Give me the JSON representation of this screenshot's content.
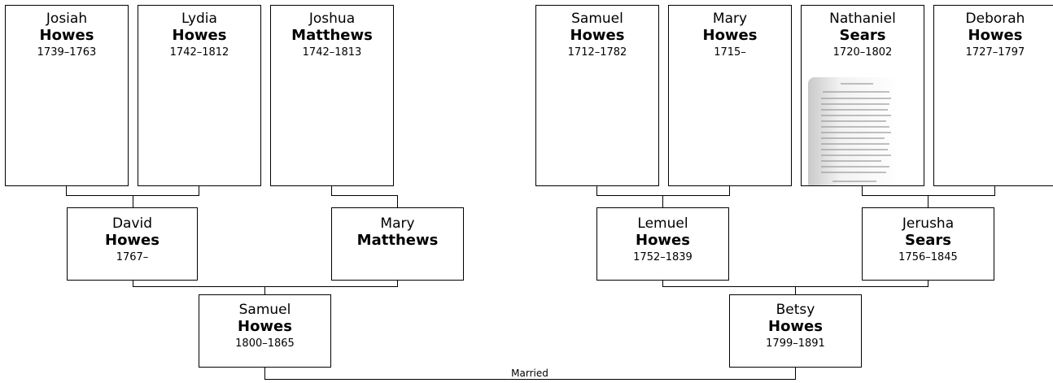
{
  "people": {
    "josiah": {
      "given": "Josiah",
      "surname": "Howes",
      "dates": "1739–1763"
    },
    "lydia": {
      "given": "Lydia",
      "surname": "Howes",
      "dates": "1742–1812"
    },
    "joshua": {
      "given": "Joshua",
      "surname": "Matthews",
      "dates": "1742–1813"
    },
    "samuel_sr": {
      "given": "Samuel",
      "surname": "Howes",
      "dates": "1712–1782"
    },
    "mary_h": {
      "given": "Mary",
      "surname": "Howes",
      "dates": "1715–"
    },
    "nathaniel": {
      "given": "Nathaniel",
      "surname": "Sears",
      "dates": "1720–1802"
    },
    "deborah": {
      "given": "Deborah",
      "surname": "Howes",
      "dates": "1727–1797"
    },
    "david": {
      "given": "David",
      "surname": "Howes",
      "dates": "1767–"
    },
    "mary_m": {
      "given": "Mary",
      "surname": "Matthews",
      "dates": ""
    },
    "lemuel": {
      "given": "Lemuel",
      "surname": "Howes",
      "dates": "1752–1839"
    },
    "jerusha": {
      "given": "Jerusha",
      "surname": "Sears",
      "dates": "1756–1845"
    },
    "samuel": {
      "given": "Samuel",
      "surname": "Howes",
      "dates": "1800–1865"
    },
    "betsy": {
      "given": "Betsy",
      "surname": "Howes",
      "dates": "1799–1891"
    }
  },
  "marriage_label": "Married"
}
